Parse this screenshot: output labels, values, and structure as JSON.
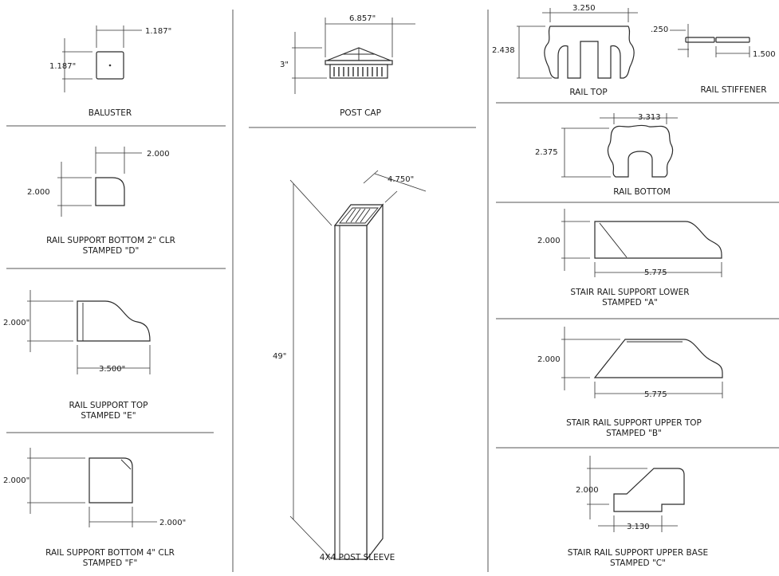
{
  "components": {
    "baluster": {
      "label": "BALUSTER",
      "width": "1.187\"",
      "height": "1.187\""
    },
    "rail_support_bottom_2": {
      "label_line1": "RAIL SUPPORT BOTTOM 2\" CLR",
      "label_line2": "STAMPED \"D\"",
      "width": "2.000",
      "height": "2.000"
    },
    "rail_support_top": {
      "label_line1": "RAIL SUPPORT TOP",
      "label_line2": "STAMPED \"E\"",
      "width": "3.500\"",
      "height": "2.000\""
    },
    "rail_support_bottom_4": {
      "label_line1": "RAIL SUPPORT BOTTOM 4\" CLR",
      "label_line2": "STAMPED \"F\"",
      "width": "2.000\"",
      "height": "2.000\""
    },
    "post_cap": {
      "label": "POST CAP",
      "width": "6.857\"",
      "height": "3\""
    },
    "post_sleeve": {
      "label": "4X4 POST SLEEVE",
      "width": "4.750\"",
      "height": "49\""
    },
    "rail_top": {
      "label": "RAIL TOP",
      "width": "3.250",
      "height": "2.438"
    },
    "rail_stiffener": {
      "label": "RAIL STIFFENER",
      "thickness": ".250",
      "width": "1.500"
    },
    "rail_bottom": {
      "label": "RAIL BOTTOM",
      "width": "3.313",
      "height": "2.375"
    },
    "stair_lower": {
      "label_line1": "STAIR RAIL SUPPORT LOWER",
      "label_line2": "STAMPED \"A\"",
      "width": "5.775",
      "height": "2.000"
    },
    "stair_upper_top": {
      "label_line1": "STAIR RAIL SUPPORT UPPER TOP",
      "label_line2": "STAMPED \"B\"",
      "width": "5.775",
      "height": "2.000"
    },
    "stair_upper_base": {
      "label_line1": "STAIR RAIL SUPPORT UPPER BASE",
      "label_line2": "STAMPED \"C\"",
      "width": "3.130",
      "height": "2.000"
    }
  }
}
